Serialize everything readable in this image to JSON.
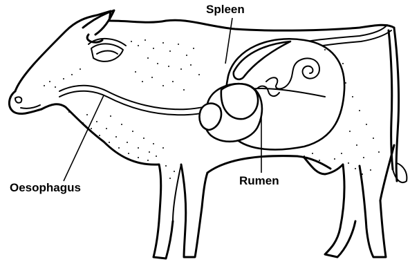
{
  "labels": {
    "spleen": "Spleen",
    "rumen": "Rumen",
    "oesophagus": "Oesophagus"
  },
  "colors": {
    "line": "#000000",
    "background": "#ffffff"
  }
}
